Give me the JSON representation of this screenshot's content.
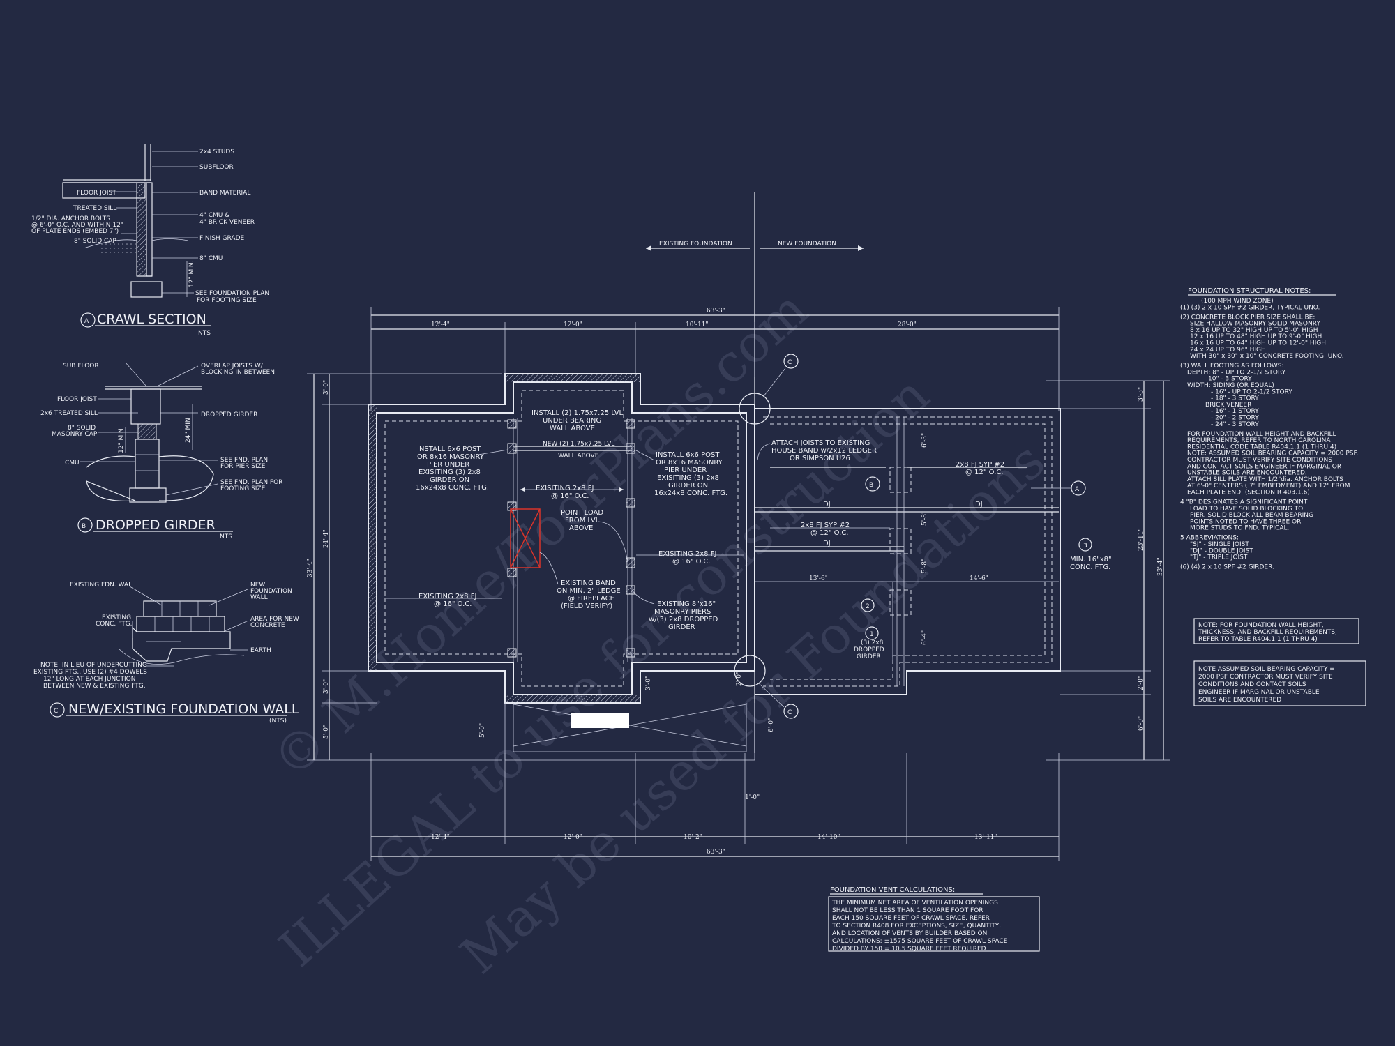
{
  "detail_a": {
    "title": "CRAWL SECTION",
    "marker": "A",
    "scale": "NTS",
    "labels": [
      "2x4 STUDS",
      "SUBFLOOR",
      "FLOOR JOIST",
      "BAND MATERIAL",
      "TREATED SILL",
      "1/2\" DIA. ANCHOR BOLTS",
      "@ 6'-0\" O.C. AND WITHIN 12\"",
      "OF PLATE ENDS (EMBED 7\")",
      "4\" CMU &",
      "4\" BRICK VENEER",
      "8\" SOLID CAP",
      "FINISH GRADE",
      "8\" CMU",
      "12\" MIN.",
      "SEE FOUNDATION PLAN",
      "FOR FOOTING SIZE"
    ]
  },
  "detail_b": {
    "title": "DROPPED GIRDER",
    "marker": "B",
    "scale": "NTS",
    "labels": [
      "SUB FLOOR",
      "OVERLAP JOISTS W/",
      "BLOCKING IN BETWEEN",
      "FLOOR JOIST",
      "2x6 TREATED SILL",
      "DROPPED GIRDER",
      "8\" SOLID",
      "MASONRY CAP",
      "CMU",
      "SEE FND. PLAN",
      "FOR PIER SIZE",
      "SEE FND. PLAN FOR",
      "FOOTING SIZE",
      "12\" MIN",
      "24\" MIN"
    ]
  },
  "detail_c": {
    "title": "NEW/EXISTING FOUNDATION WALL",
    "marker": "C",
    "scale": "(NTS)",
    "labels": [
      "EXISTING FDN. WALL",
      "NEW",
      "FOUNDATION",
      "WALL",
      "EXISTING",
      "CONC. FTG.",
      "AREA FOR NEW",
      "CONCRETE",
      "EARTH",
      "NOTE: IN LIEU OF UNDERCUTTING",
      "EXISTING FTG., USE (2) #4 DOWELS",
      "12\" LONG AT EACH JUNCTION",
      "BETWEEN NEW & EXISTING FTG."
    ]
  },
  "plan": {
    "existing_label": "EXISTING FOUNDATION",
    "new_label": "NEW FOUNDATION",
    "dims_top": [
      "63'-3\"",
      "12'-4\"",
      "12'-0\"",
      "10'-11\"",
      "28'-0\""
    ],
    "dims_bottom": [
      "12'-4\"",
      "12'-0\"",
      "10'-2\"",
      "14'-10\"",
      "13'-11\"",
      "63'-3\""
    ],
    "dims_left": [
      "3'-0\"",
      "24'-4\"",
      "33'-4\"",
      "3'-0\"",
      "5'-0\""
    ],
    "dims_right": [
      "3'-3\"",
      "23'-11\"",
      "33'-4\"",
      "2'-0\"",
      "6'-0\""
    ],
    "dims_misc": [
      "13'-6\"",
      "14'-6\"",
      "6'-3\"",
      "5'-8\"",
      "5'-8\"",
      "6'-4\"",
      "3'-0\"",
      "5'-0\"",
      "6'-0\"",
      "1'-0\"",
      "2'-0\""
    ],
    "notes": {
      "install_lvl": [
        "INSTALL (2) 1.75x7.25 LVL",
        "UNDER BEARING",
        "WALL ABOVE"
      ],
      "new_lvl": [
        "NEW (2) 1.75x7.25 LVL",
        "WALL ABOVE"
      ],
      "post_left": [
        "INSTALL 6x6 POST",
        "OR 8x16 MASONRY",
        "PIER UNDER",
        "EXISITING (3) 2x8",
        "GIRDER ON",
        "16x24x8 CONC. FTG."
      ],
      "post_right": [
        "INSTALL 6x6 POST",
        "OR 8x16 MASONRY",
        "PIER UNDER",
        "EXISITING (3) 2x8",
        "GIRDER ON",
        "16x24x8 CONC. FTG."
      ],
      "fj_mid": [
        "EXISITING 2x8 FJ",
        "@ 16\" O.C."
      ],
      "point_load": [
        "POINT LOAD",
        "FROM LVL",
        "ABOVE"
      ],
      "fj_right": [
        "EXISITING 2x8 FJ",
        "@ 16\" O.C."
      ],
      "fj_left": [
        "EXISITING 2x8 FJ",
        "@ 16\" O.C."
      ],
      "band": [
        "EXISTING BAND",
        "ON MIN. 2\" LEDGE",
        "@ FIREPLACE",
        "(FIELD VERIFY)"
      ],
      "piers": [
        "EXISTING 8\"x16\"",
        "MASONRY PIERS",
        "w/(3) 2x8 DROPPED",
        "GIRDER"
      ],
      "attach": [
        "ATTACH JOISTS TO EXISTING",
        "HOUSE BAND w/2x12 LEDGER",
        "OR SIMPSON U26"
      ],
      "fj_syp_top": [
        "2x8 FJ SYP #2",
        "@ 12\" O.C."
      ],
      "fj_syp_mid": [
        "2x8 FJ SYP #2",
        "@ 12\" O.C."
      ],
      "dj": "DJ",
      "dropped": [
        "(3) 2x8",
        "DROPPED",
        "GIRDER"
      ],
      "min_ftg": [
        "MIN. 16\"x8\"",
        "CONC. FTG."
      ]
    },
    "markers": {
      "c": "C",
      "a": "A",
      "b": "B",
      "n1": "1",
      "n2": "2",
      "n3": "3"
    }
  },
  "structural_notes": {
    "title": "FOUNDATION STRUCTURAL NOTES:",
    "lines": [
      "(100 MPH WIND ZONE)",
      "(1) (3) 2 x 10 SPF #2 GIRDER, TYPICAL UNO.",
      "(2) CONCRETE BLOCK PIER SIZE SHALL BE:",
      "SIZE      HALLOW MASONRY     SOLID MASONRY",
      "8 x 16        UP TO 32\" HIGH        UP TO 5'-0\" HIGH",
      "12 x 16       UP TO 48\" HIGH        UP TO 9'-0\" HIGH",
      "16 x 16       UP TO 64\" HIGH        UP TO 12'-0\" HIGH",
      "24 x 24       UP TO 96\" HIGH",
      "WITH 30\" x 30\" x 10\" CONCRETE FOOTING, UNO.",
      "(3) WALL FOOTING AS FOLLOWS:",
      "DEPTH:  8\" - UP TO 2-1/2 STORY",
      "10\" - 3 STORY",
      "WIDTH:   SIDING (OR EQUAL)",
      "- 16\" - UP TO 2-1/2 STORY",
      "- 18\" - 3 STORY",
      "BRICK VENEER",
      "- 16\" - 1 STORY",
      "- 20\" - 2 STORY",
      "- 24\" - 3 STORY",
      "FOR FOUNDATION WALL HEIGHT AND BACKFILL",
      "REQUIREMENTS, REFER TO NORTH CAROLINA",
      "RESIDENTIAL CODE TABLE R404.1.1 (1 THRU 4)",
      "NOTE: ASSUMED SOIL BEARING CAPACITY = 2000 PSF.",
      "CONTRACTOR MUST VERIFY SITE CONDITIONS",
      "AND CONTACT SOILS ENGINEER IF MARGINAL OR",
      "UNSTABLE SOILS ARE ENCOUNTERED.",
      "ATTACH SILL PLATE WITH 1/2\"dia. ANCHOR BOLTS",
      "AT 6'-0\" CENTERS ( 7\" EMBEDMENT) AND 12\" FROM",
      "EACH PLATE END. (SECTION R 403.1.6)",
      "4  \"B\" DESIGNATES A SIGNIFICANT POINT",
      "LOAD TO HAVE SOLID BLOCKING TO",
      "PIER. SOLID BLOCK ALL BEAM BEARING",
      "POINTS NOTED TO HAVE THREE OR",
      "MORE STUDS TO FND. TYPICAL.",
      "5  ABBREVIATIONS:",
      "\"SJ\" - SINGLE JOIST",
      "\"DJ\" - DOUBLE JOIST",
      "\"TJ\" - TRIPLE JOIST",
      "(6) (4) 2 x 10 SPF #2 GIRDER."
    ]
  },
  "note_box_1": [
    "NOTE: FOR FOUNDATION WALL HEIGHT,",
    "THICKNESS, AND BACKFILL REQUIREMENTS,",
    "REFER TO TABLE R404.1.1 (1 THRU 4)"
  ],
  "note_box_2": [
    "NOTE ASSUMED SOIL BEARING CAPACITY =",
    "2000 PSF CONTRACTOR MUST VERIFY SITE",
    "CONDITIONS AND CONTACT SOILS",
    "ENGINEER IF MARGINAL OR UNSTABLE",
    "SOILS ARE ENCOUNTERED"
  ],
  "vent_calc": {
    "title": "FOUNDATION VENT CALCULATIONS:",
    "lines": [
      "THE MINIMUM NET AREA OF VENTILATION OPENINGS",
      "SHALL NOT BE LESS THAN 1 SQUARE FOOT FOR",
      "EACH 150 SQUARE FEET OF CRAWL SPACE. REFER",
      "TO SECTION R408 FOR EXCEPTIONS, SIZE, QUANTITY,",
      "AND LOCATION OF VENTS BY BUILDER BASED ON",
      "CALCULATIONS: ±1575 SQUARE FEET OF CRAWL SPACE",
      "DIVIDED BY 150 = 10.5 SQUARE FEET REQUIRED"
    ]
  },
  "watermark": [
    "© M.Home/FoorPlans.com",
    "ILLEGAL to use for construction",
    "May be used for Foundations"
  ],
  "colors": {
    "background": "#232942",
    "line": "#e8ebf3",
    "accent_red": "#d9342b"
  }
}
